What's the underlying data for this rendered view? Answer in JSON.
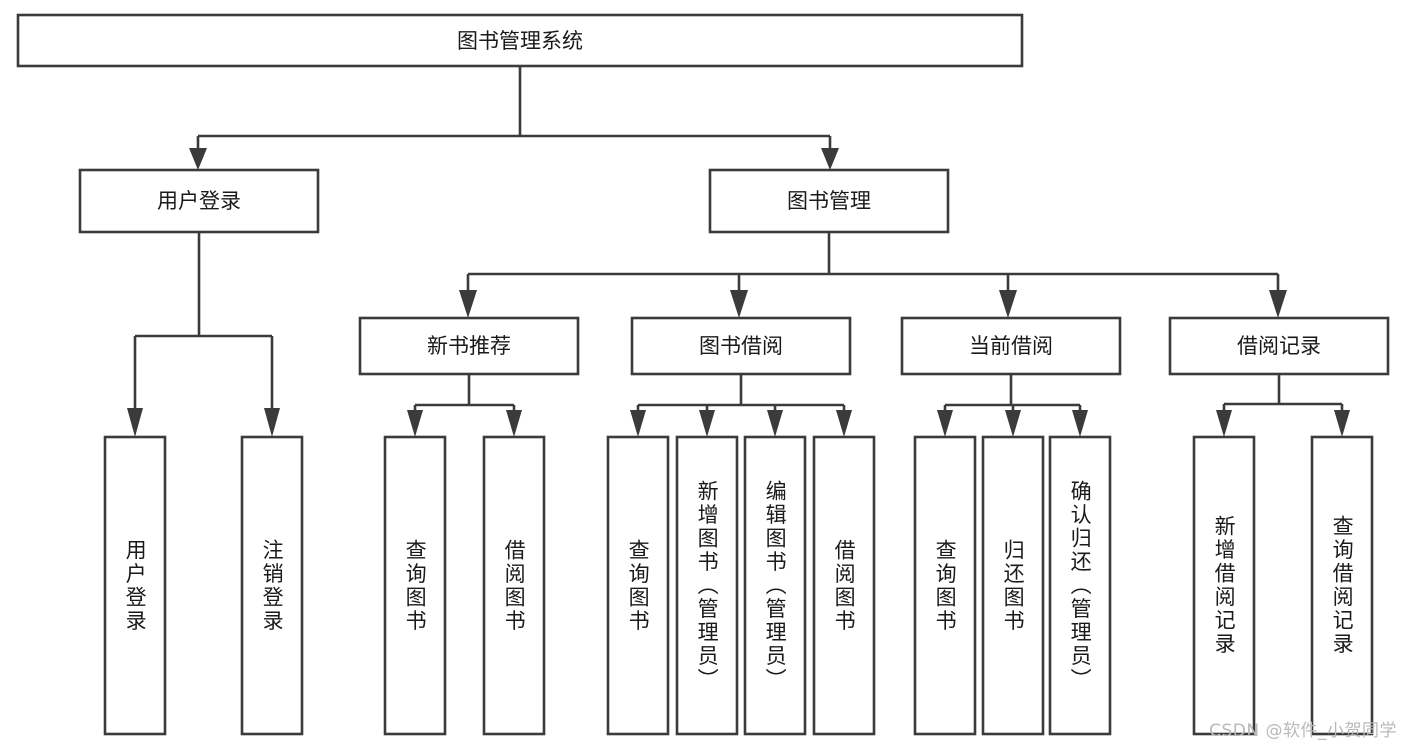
{
  "diagram": {
    "type": "tree-hierarchy",
    "title": "图书管理系统",
    "watermark": "CSDN @软件_小贺同学",
    "colors": {
      "background": "#ffffff",
      "box_stroke": "#3b3b3b",
      "box_fill": "#ffffff",
      "text": "#1a1a1a",
      "watermark": "#b9b9b9"
    },
    "root": {
      "label": "图书管理系统",
      "orientation": "horizontal"
    },
    "level2": [
      {
        "label": "用户登录",
        "orientation": "horizontal"
      },
      {
        "label": "图书管理",
        "orientation": "horizontal"
      }
    ],
    "level3": [
      {
        "label": "新书推荐",
        "orientation": "horizontal"
      },
      {
        "label": "图书借阅",
        "orientation": "horizontal"
      },
      {
        "label": "当前借阅",
        "orientation": "horizontal"
      },
      {
        "label": "借阅记录",
        "orientation": "horizontal"
      }
    ],
    "leaves": {
      "用户登录": [
        {
          "label": "用户登录",
          "orientation": "vertical"
        },
        {
          "label": "注销登录",
          "orientation": "vertical"
        }
      ],
      "新书推荐": [
        {
          "label": "查询图书",
          "orientation": "vertical"
        },
        {
          "label": "借阅图书",
          "orientation": "vertical"
        }
      ],
      "图书借阅": [
        {
          "label": "查询图书",
          "orientation": "vertical"
        },
        {
          "label": "新增图书（管理员）",
          "orientation": "vertical"
        },
        {
          "label": "编辑图书（管理员）",
          "orientation": "vertical"
        },
        {
          "label": "借阅图书",
          "orientation": "vertical"
        }
      ],
      "当前借阅": [
        {
          "label": "查询图书",
          "orientation": "vertical"
        },
        {
          "label": "归还图书",
          "orientation": "vertical"
        },
        {
          "label": "确认归还（管理员）",
          "orientation": "vertical"
        }
      ],
      "借阅记录": [
        {
          "label": "新增借阅记录",
          "orientation": "vertical"
        },
        {
          "label": "查询借阅记录",
          "orientation": "vertical"
        }
      ]
    },
    "labels": {
      "root_title": "图书管理系统",
      "n_user_login": "用户登录",
      "n_book_manage": "图书管理",
      "n_new_book_rec": "新书推荐",
      "n_book_borrow": "图书借阅",
      "n_current_borrow": "当前借阅",
      "n_borrow_record": "借阅记录",
      "l_user_login": "用户登录",
      "l_logout": "注销登录",
      "l_query_book_a": "查询图书",
      "l_borrow_book_a": "借阅图书",
      "l_query_book_b": "查询图书",
      "l_add_book_admin": "新增图书（管理员）",
      "l_edit_book_admin": "编辑图书（管理员）",
      "l_borrow_book_b": "借阅图书",
      "l_query_book_c": "查询图书",
      "l_return_book": "归还图书",
      "l_confirm_return_admin": "确认归还（管理员）",
      "l_add_record": "新增借阅记录",
      "l_query_record": "查询借阅记录"
    }
  }
}
